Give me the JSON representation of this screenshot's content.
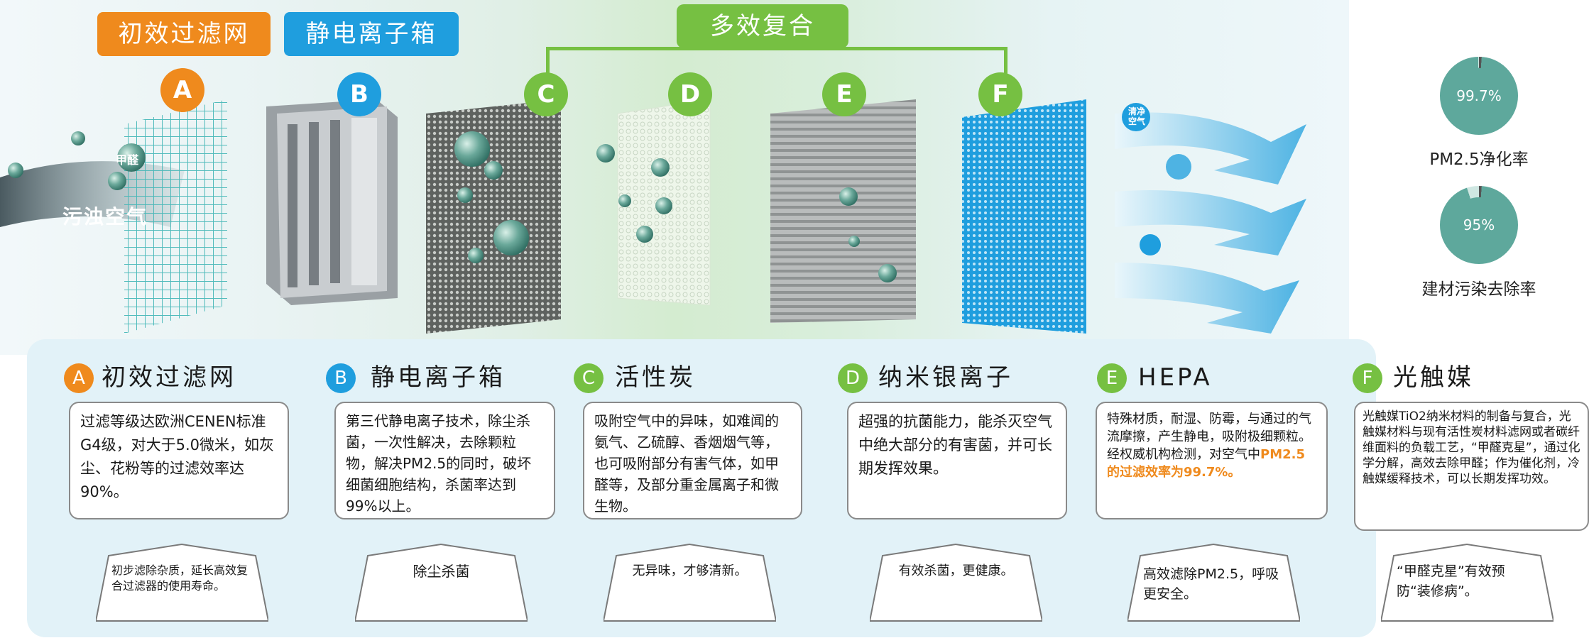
{
  "top_tags": {
    "primary_filter": "初效过滤网",
    "ion_box": "静电离子箱",
    "multi_composite": "多效复合"
  },
  "letters": [
    "A",
    "B",
    "C",
    "D",
    "E",
    "F"
  ],
  "inflow_label": "污浊空气",
  "molecule_labels": {
    "formaldehyde": "甲醛",
    "clean_air": "清净空气"
  },
  "stats": [
    {
      "value": "99.7%",
      "label": "PM2.5净化率",
      "percent": 99.7
    },
    {
      "value": "95%",
      "label": "建材污染去除率",
      "percent": 95
    }
  ],
  "sections": [
    {
      "letter": "A",
      "title": "初效过滤网",
      "description": "过滤等级达欧洲CENEN标准G4级，对大于5.0微米，如灰尘、花粉等的过滤效率达90%。",
      "benefit": "初步滤除杂质，延长高效复合过滤器的使用寿命。"
    },
    {
      "letter": "B",
      "title": "静电离子箱",
      "description": "第三代静电离子技术，除尘杀菌，一次性解决，去除颗粒物，解决PM2.5的同时，破坏细菌细胞结构，杀菌率达到99%以上。",
      "benefit": "除尘杀菌"
    },
    {
      "letter": "C",
      "title": "活性炭",
      "description": "吸附空气中的异味，如难闻的氨气、乙硫醇、香烟烟气等，也可吸附部分有害气体，如甲醛等，及部分重金属离子和微生物。",
      "benefit": "无异味，才够清新。"
    },
    {
      "letter": "D",
      "title": "纳米银离子",
      "description": "超强的抗菌能力，能杀灭空气中绝大部分的有害菌，并可长期发挥效果。",
      "benefit": "有效杀菌，更健康。"
    },
    {
      "letter": "E",
      "title": "HEPA",
      "description": "特殊材质，耐湿、防霉，与通过的气流摩擦，产生静电，吸附极细颗粒。经权威机构检测，对空气中",
      "description_highlight": "PM2.5的过滤效率为99.7%。",
      "benefit": "高效滤除PM2.5，呼吸更安全。"
    },
    {
      "letter": "F",
      "title": "光触媒",
      "description": "光触媒TiO2纳米材料的制备与复合，光触媒材料与现有活性炭材料滤网或者碳纤维面料的负载工艺，“甲醛克星”，通过化学分解，高效去除甲醛；作为催化剂，冷触媒缓释技术，可以长期发挥功效。",
      "benefit": "“甲醛克星”有效预防“装修病”。"
    }
  ],
  "colors": {
    "orange": "#ef8a1d",
    "blue": "#1f9ede",
    "green": "#76c042",
    "ring": "#5ea89c"
  }
}
